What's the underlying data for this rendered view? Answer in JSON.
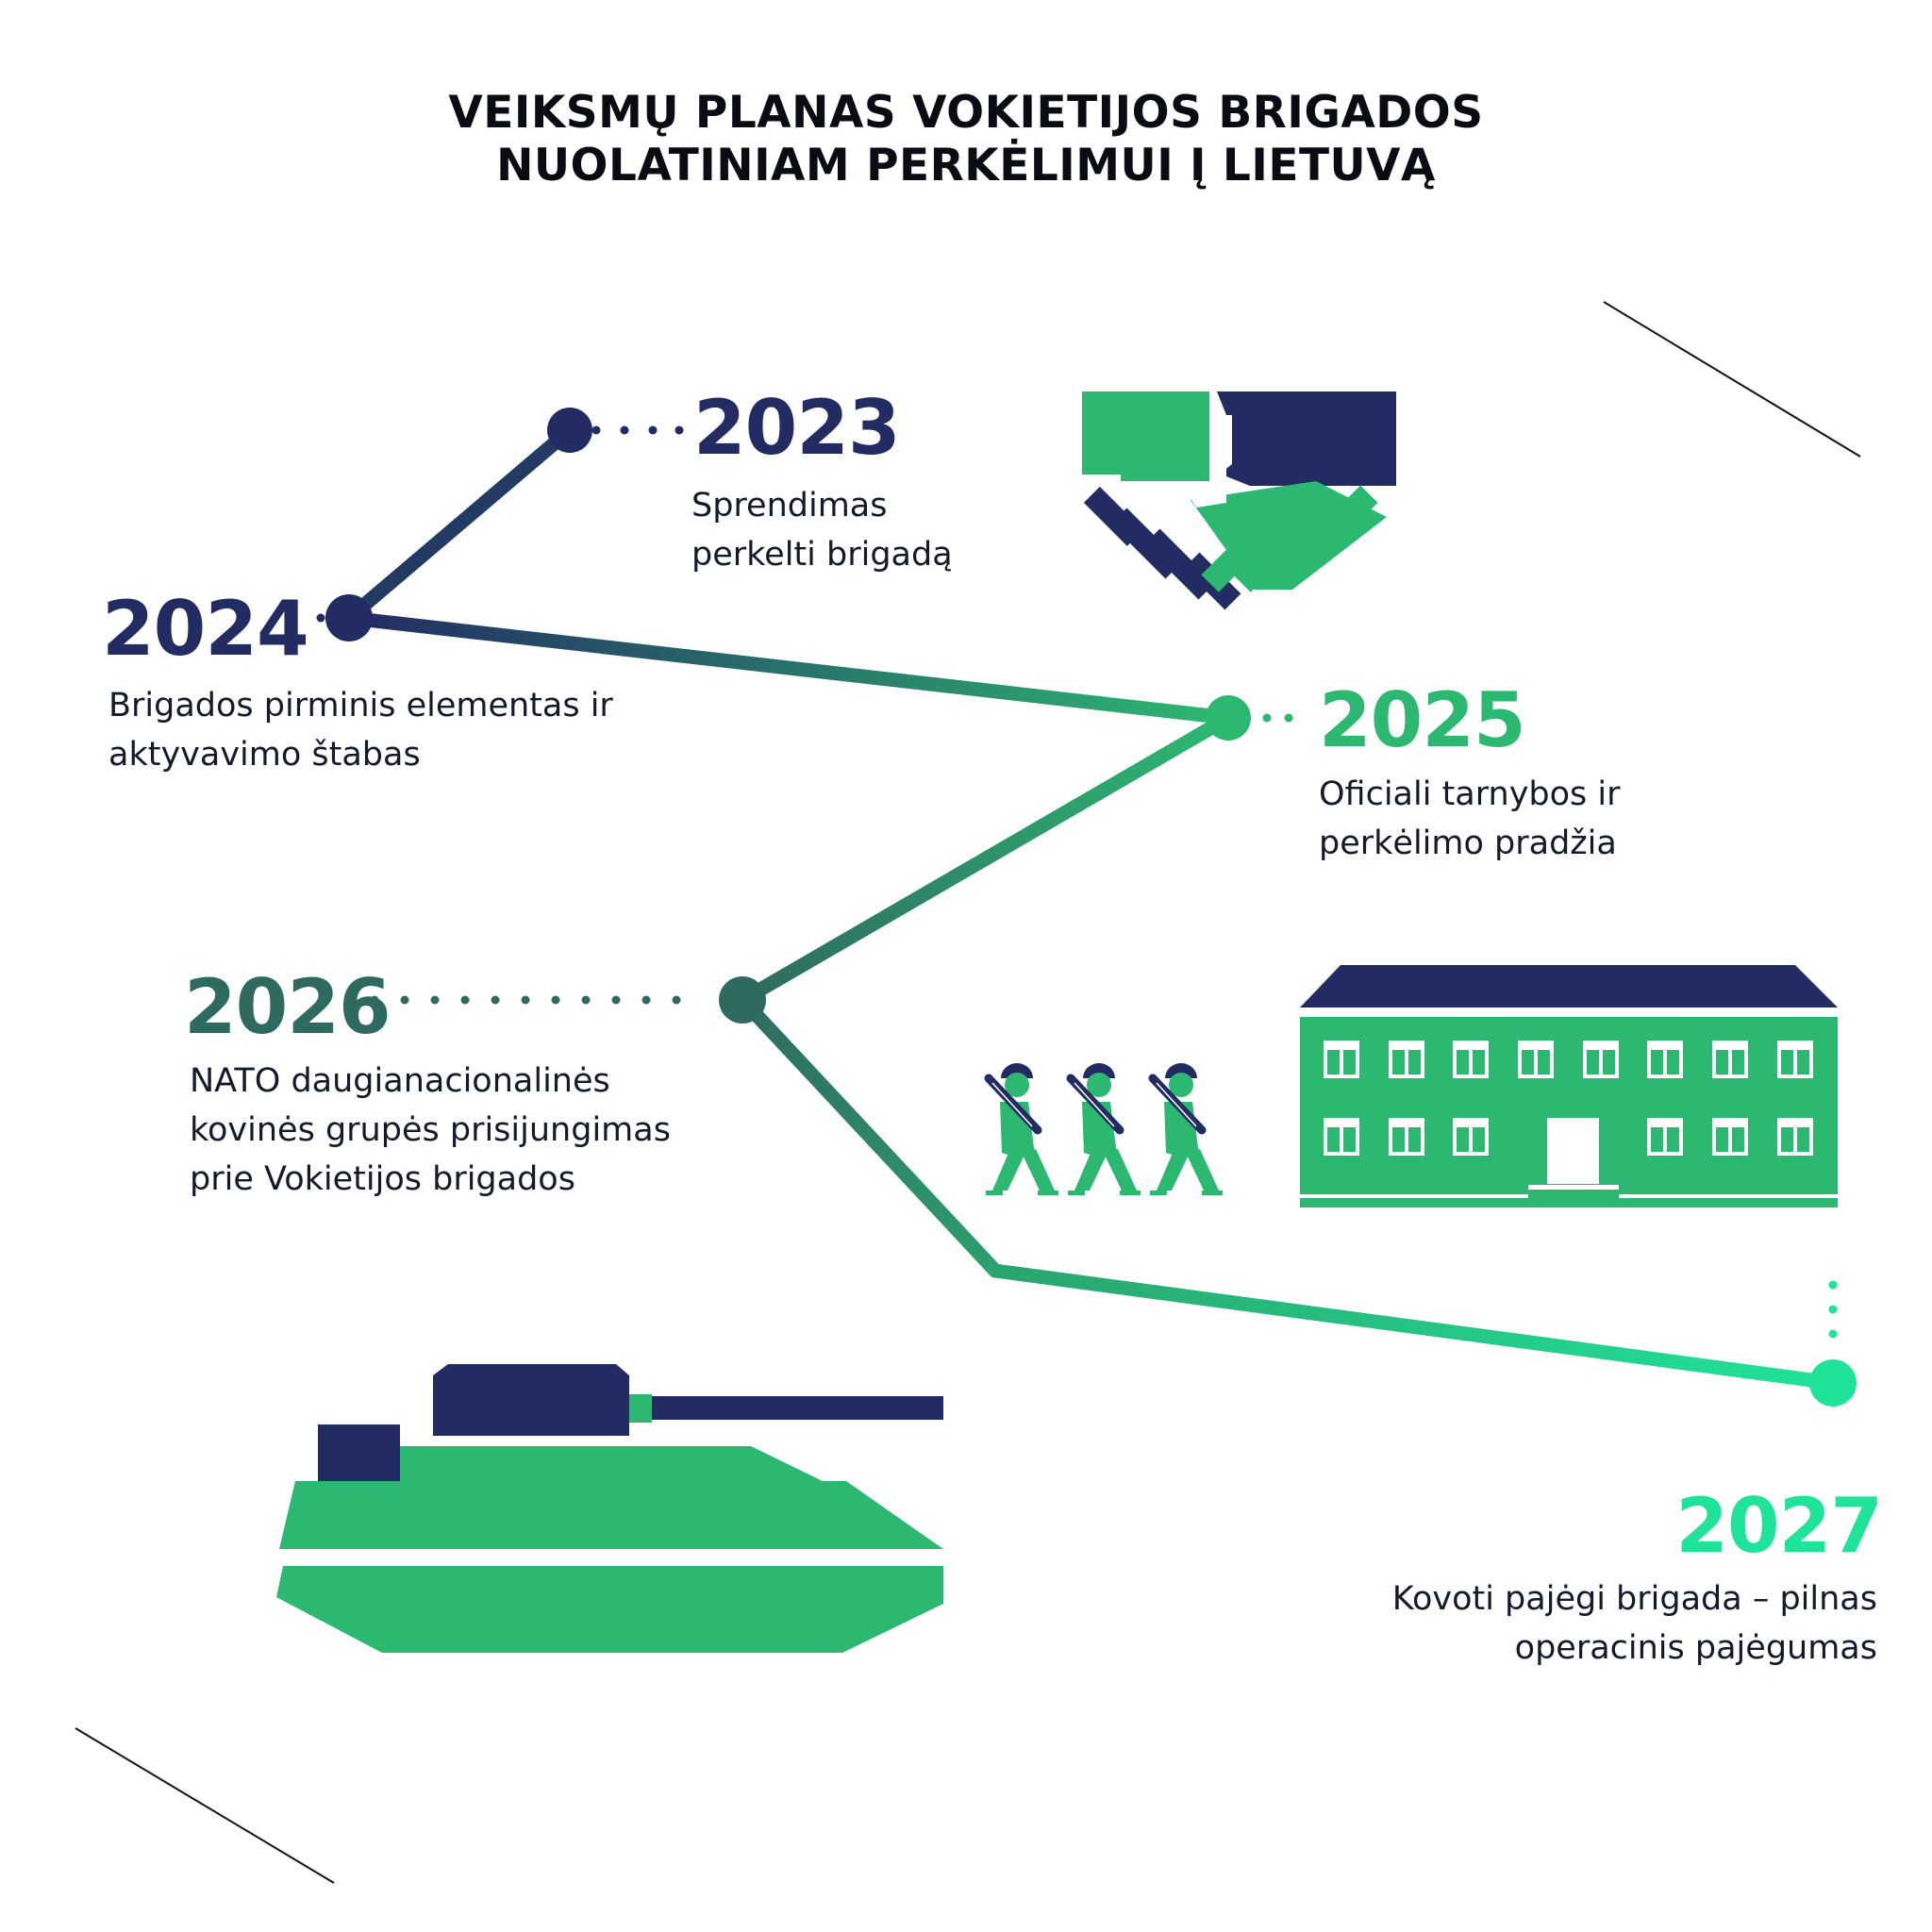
{
  "title": {
    "line1": "VEIKSMŲ PLANAS VOKIETIJOS BRIGADOS",
    "line2": "NUOLATINIAM PERKĖLIMUI Į LIETUVĄ"
  },
  "colors": {
    "navy": "#232b63",
    "green": "#2db872",
    "dark_teal": "#2e6a60",
    "bright_green": "#20e39a",
    "text": "#141a2a"
  },
  "milestones": [
    {
      "year": "2023",
      "lines": [
        "Sprendimas",
        "perkelti brigadą"
      ]
    },
    {
      "year": "2024",
      "lines": [
        "Brigados pirminis elementas ir",
        "aktyvavimo štabas"
      ]
    },
    {
      "year": "2025",
      "lines": [
        "Oficiali tarnybos ir",
        "perkėlimo pradžia"
      ]
    },
    {
      "year": "2026",
      "lines": [
        "NATO daugianacionalinės",
        "kovinės grupės prisijungimas",
        "prie Vokietijos brigados"
      ]
    },
    {
      "year": "2027",
      "lines": [
        "Kovoti pajėgi brigada – pilnas",
        "operacinis pajėgumas"
      ]
    }
  ],
  "icons": [
    "handshake-icon",
    "soldiers-icon",
    "barracks-building-icon",
    "tank-icon"
  ]
}
